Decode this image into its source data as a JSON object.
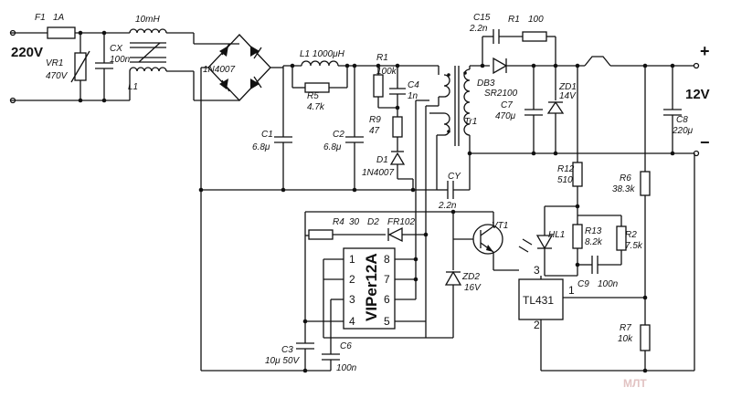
{
  "input": {
    "voltage": "220V"
  },
  "output": {
    "voltage": "12V",
    "plus": "+",
    "minus": "−"
  },
  "components": {
    "f1": "F1",
    "f1_val": "1A",
    "vr1": "VR1",
    "vr1_val": "470V",
    "cx": "CX",
    "cx_val": "100n",
    "choke": "10mH",
    "l1_name": "L1",
    "bridge": "1N4007",
    "l1": "L1 1000μH",
    "r5": "R5",
    "r5_val": "4.7k",
    "c1": "C1",
    "c1_val": "6.8μ",
    "c2": "C2",
    "c2_val": "6.8μ",
    "r1": "R1",
    "r1_val": "100k",
    "c4": "C4",
    "c4_val": "1n",
    "r9": "R9",
    "r9_val": "47",
    "d1": "D1",
    "d1_val": "1N4007",
    "tr1": "Tr1",
    "c15": "C15",
    "c15_val": "2.2n",
    "r1b": "R1",
    "r1b_val": "100",
    "db3": "DB3",
    "db3_val": "SR2100",
    "zd1": "ZD1",
    "zd1_val": "14V",
    "c7": "C7",
    "c7_val": "470μ",
    "c8": "C8",
    "c8_val": "220μ",
    "cy": "CY",
    "cy_val": "2.2n",
    "r4": "R4",
    "r4_val": "30",
    "d2": "D2",
    "d2_val": "FR102",
    "vt1": "VT1",
    "hl1": "HL1",
    "r12": "R12",
    "r12_val": "510",
    "r13": "R13",
    "r13_val": "8.2k",
    "r6": "R6",
    "r6_val": "38.3k",
    "r2": "R2",
    "r2_val": "7.5k",
    "c9": "C9",
    "c9_val": "100n",
    "tl431": "TL431",
    "zd2": "ZD2",
    "zd2_val": "16V",
    "r7": "R7",
    "r7_val": "10k",
    "c3": "C3",
    "c3_val": "10μ 50V",
    "c6": "C6",
    "c6_val": "100n"
  },
  "ic": {
    "name": "VIPer12A",
    "pins_left": [
      "1",
      "2",
      "3",
      "4"
    ],
    "pins_right": [
      "8",
      "7",
      "6",
      "5"
    ]
  },
  "tl431_pins": {
    "p3": "3",
    "p1": "1",
    "p2": "2"
  },
  "watermark": "МЛТ"
}
